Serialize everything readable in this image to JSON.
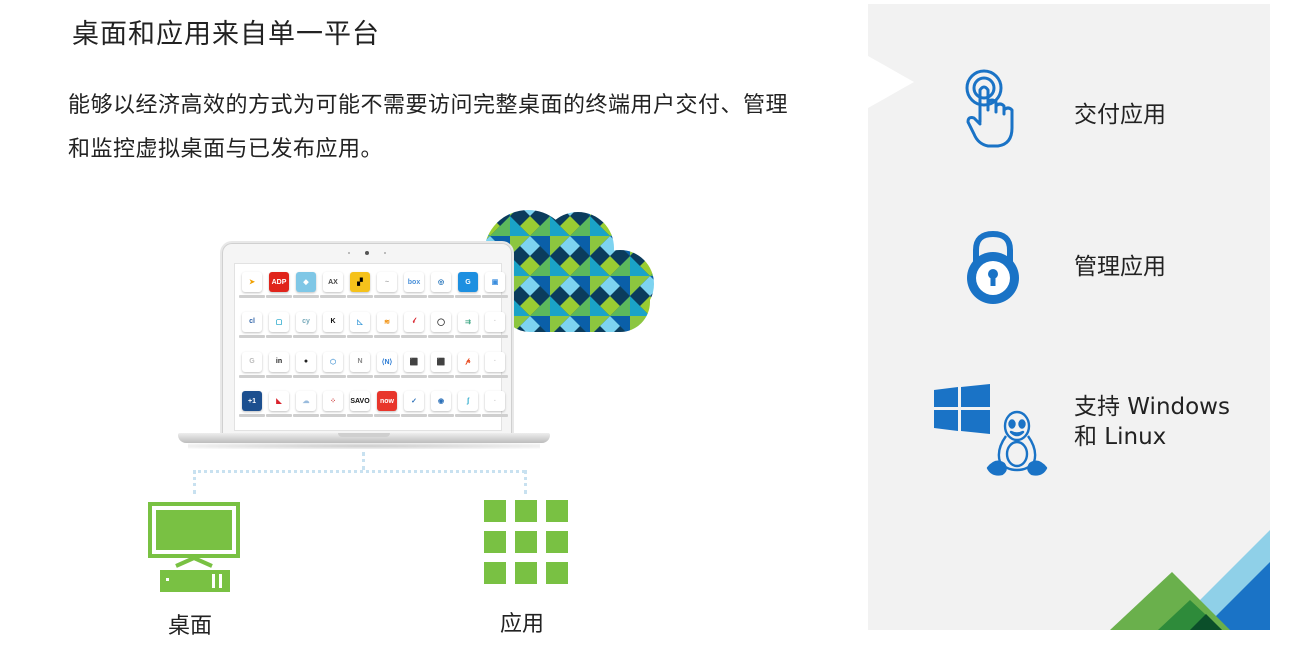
{
  "title": "桌面和应用来自单一平台",
  "description": "能够以经济高效的方式为可能不需要访问完整桌面的终端用户交付、管理和监控虚拟桌面与已发布应用。",
  "bottom_labels": {
    "desktop": "桌面",
    "apps": "应用"
  },
  "features": [
    {
      "label": "交付应用",
      "icon": "touch-hand-icon"
    },
    {
      "label": "管理应用",
      "icon": "padlock-icon"
    },
    {
      "label_line1": "支持 Windows",
      "label_line2": "和 Linux",
      "icon": "windows-linux-icon"
    }
  ],
  "colors": {
    "accent_green": "#79c143",
    "accent_blue": "#1a73c6",
    "panel_bg": "#f2f2f2"
  }
}
